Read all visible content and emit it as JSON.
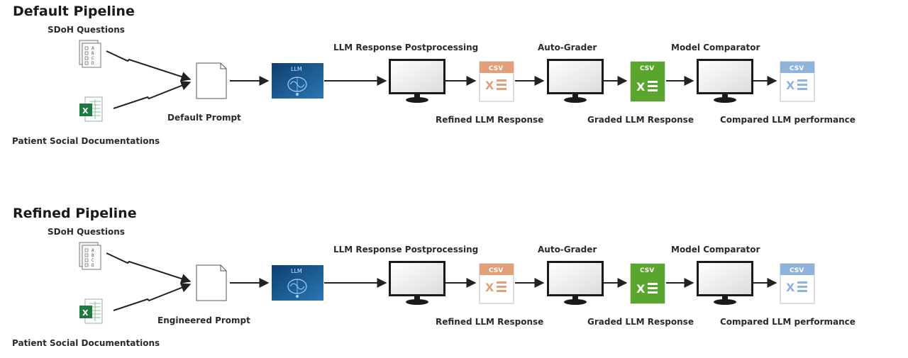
{
  "pipelines": [
    {
      "title": "Default Pipeline",
      "sdoh_questions": "SDoH Questions",
      "patient_docs": "Patient Social Documentations",
      "prompt": "Default Prompt",
      "llm_badge": "LLM",
      "postprocessing": "LLM Response Postprocessing",
      "refined_response": "Refined LLM Response",
      "auto_grader": "Auto-Grader",
      "graded_response": "Graded LLM Response",
      "comparator": "Model Comparator",
      "compared_performance": "Compared LLM performance",
      "csv_tag": "CSV"
    },
    {
      "title": "Refined Pipeline",
      "sdoh_questions": "SDoH Questions",
      "patient_docs": "Patient Social Documentations",
      "prompt": "Engineered Prompt",
      "llm_badge": "LLM",
      "postprocessing": "LLM Response Postprocessing",
      "refined_response": "Refined LLM Response",
      "auto_grader": "Auto-Grader",
      "graded_response": "Graded LLM Response",
      "comparator": "Model Comparator",
      "compared_performance": "Compared LLM performance",
      "csv_tag": "CSV"
    }
  ],
  "icons": {
    "questions": "questionnaire-icon",
    "spreadsheet": "excel-icon",
    "prompt": "document-icon",
    "llm": "llm-brain-icon",
    "monitor": "monitor-icon",
    "csv": "csv-file-icon"
  },
  "colors": {
    "csv_refined": "#e2a07a",
    "csv_graded": "#5aa52e",
    "csv_compared": "#8eb4dc",
    "llm_panel": "#1d5a8f",
    "excel_green": "#1e7a3f"
  }
}
